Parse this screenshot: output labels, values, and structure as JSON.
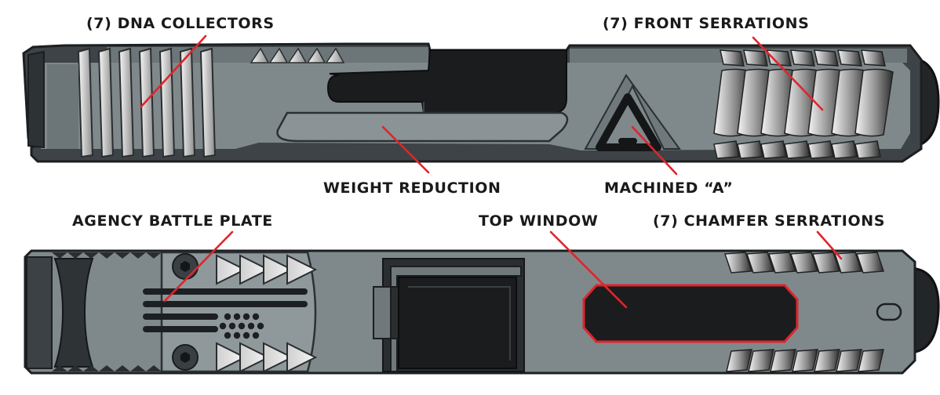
{
  "diagram": {
    "callouts": [
      {
        "id": "dna-collectors",
        "text": "(7) DNA COLLECTORS"
      },
      {
        "id": "front-serrations",
        "text": "(7) FRONT SERRATIONS"
      },
      {
        "id": "weight-reduction",
        "text": "WEIGHT REDUCTION"
      },
      {
        "id": "machined-a",
        "text": "MACHINED “A”"
      },
      {
        "id": "agency-battle-plate",
        "text": "AGENCY BATTLE PLATE"
      },
      {
        "id": "top-window",
        "text": "TOP WINDOW"
      },
      {
        "id": "chamfer-serrations",
        "text": "(7) CHAMFER SERRATIONS"
      }
    ],
    "views": [
      {
        "id": "side-view",
        "feature_counts": {
          "dna_collectors": 7,
          "front_serrations": 7
        }
      },
      {
        "id": "top-view",
        "feature_counts": {
          "chamfer_serrations": 7
        }
      }
    ],
    "colors": {
      "slide_body": "#7f898c",
      "slide_light": "#9aa4a7",
      "slide_dark": "#3b4144",
      "outline": "#1c1f21",
      "window": "#1b1c1d",
      "leader": "#e0252b"
    }
  }
}
